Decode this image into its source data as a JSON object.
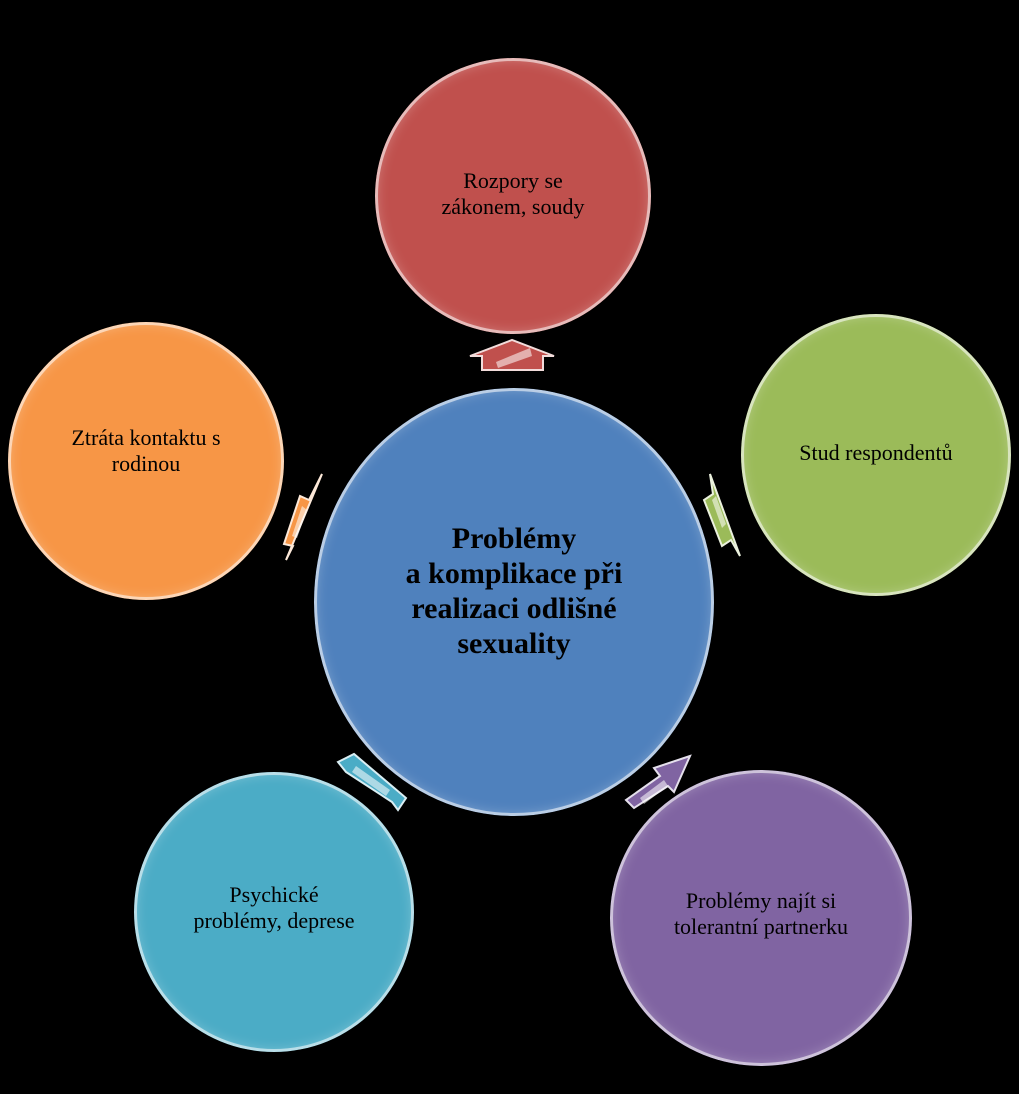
{
  "center": {
    "label": "Problémy\na komplikace při\nrealizaci odlišné\nsexuality",
    "color": "#4F81BD"
  },
  "nodes": [
    {
      "id": "top",
      "label": "Rozpory se\nzákonem, soudy",
      "color": "#C0504D"
    },
    {
      "id": "right",
      "label": "Stud respondentů",
      "color": "#9BBB59"
    },
    {
      "id": "br",
      "label": "Problémy najít si\ntolerantní partnerku",
      "color": "#8064A2"
    },
    {
      "id": "bl",
      "label": "Psychické\nproblémy, deprese",
      "color": "#4BACC6"
    },
    {
      "id": "left",
      "label": "Ztráta kontaktu s\nrodinou",
      "color": "#F79646"
    }
  ],
  "background": "#000000"
}
